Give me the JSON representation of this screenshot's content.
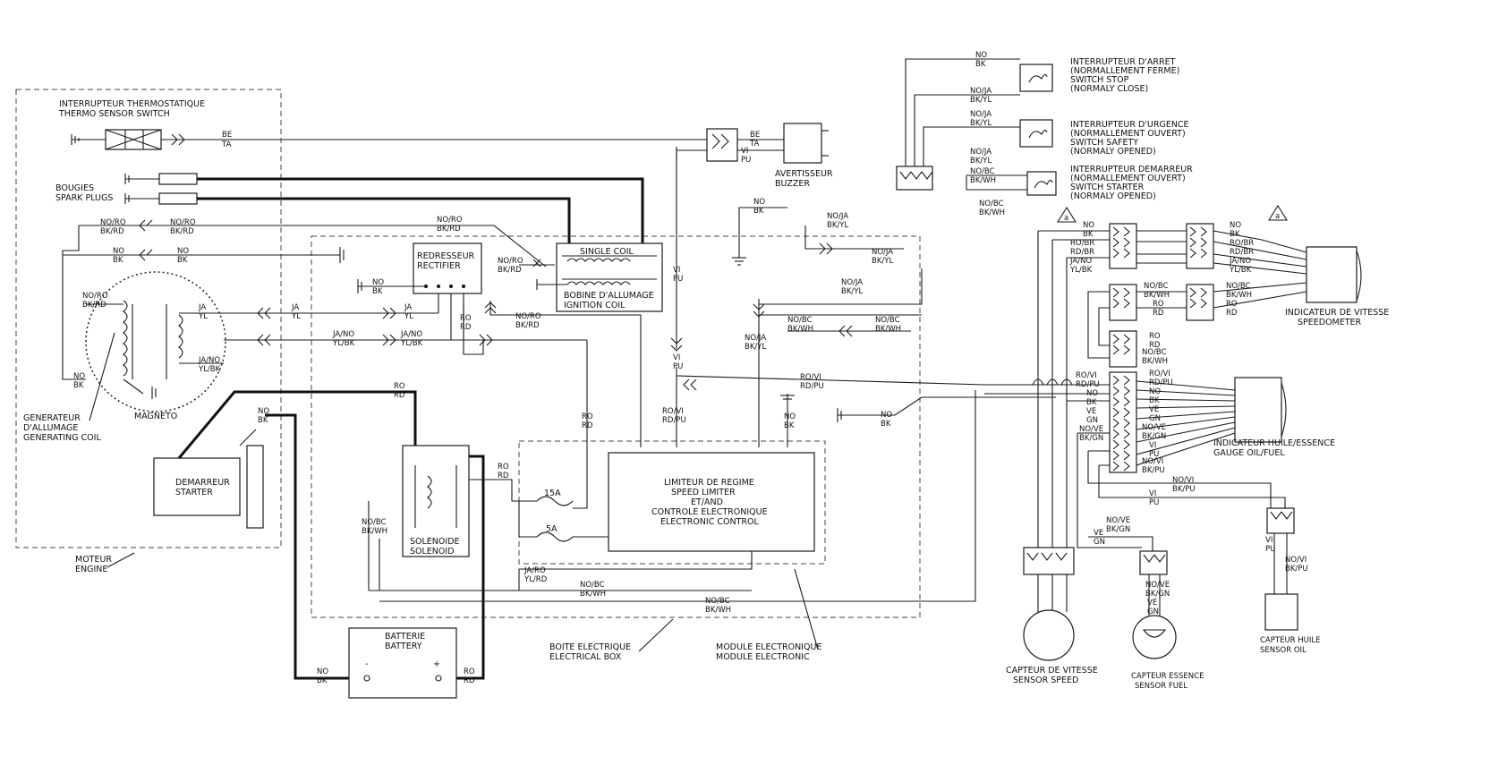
{
  "components": {
    "thermo_switch": [
      "INTERRUPTEUR THERMOSTATIQUE",
      "THERMO SENSOR SWITCH"
    ],
    "spark_plugs": [
      "BOUGIES",
      "SPARK PLUGS"
    ],
    "rectifier": [
      "REDRESSEUR",
      "RECTIFIER"
    ],
    "single_coil": "SINGLE COIL",
    "ignition_coil": [
      "BOBINE D'ALLUMAGE",
      "IGNITION COIL"
    ],
    "buzzer": [
      "AVERTISSEUR",
      "BUZZER"
    ],
    "stop_switch": [
      "INTERRUPTEUR D'ARRET",
      "(NORMALLEMENT FERME)",
      "SWITCH STOP",
      "(NORMALY CLOSE)"
    ],
    "safety_switch": [
      "INTERRUPTEUR D'URGENCE",
      "(NORMALLEMENT OUVERT)",
      "SWITCH SAFETY",
      "(NORMALY OPENED)"
    ],
    "starter_switch": [
      "INTERRUPTEUR DEMARREUR",
      "(NORMALLEMENT OUVERT)",
      "SWITCH STARTER",
      "(NORMALY OPENED)"
    ],
    "speedometer": [
      "INDICATEUR DE VITESSE",
      "SPEEDOMETER"
    ],
    "gauge": [
      "INDICATEUR HUILE/ESSENCE",
      "GAUGE OIL/FUEL"
    ],
    "magneto": "MAGNETO",
    "generating_coil": [
      "GENERATEUR",
      "D'ALLUMAGE",
      "GENERATING COIL"
    ],
    "starter": [
      "DEMARREUR",
      "STARTER"
    ],
    "engine": [
      "MOTEUR",
      "ENGINE"
    ],
    "solenoid": [
      "SOLENOIDE",
      "SOLENOID"
    ],
    "speed_limiter": [
      "LIMITEUR DE REGIME",
      "SPEED LIMITER",
      "ET/AND",
      "CONTROLE ELECTRONIQUE",
      "ELECTRONIC CONTROL"
    ],
    "fuse_15": "15A",
    "fuse_5": "5A",
    "battery": [
      "BATTERIE",
      "BATTERY"
    ],
    "battery_minus": "-",
    "battery_plus": "+",
    "electrical_box": [
      "BOITE ELECTRIQUE",
      "ELECTRICAL BOX"
    ],
    "electronic_module": [
      "MODULE ELECTRONIQUE",
      "MODULE ELECTRONIC"
    ],
    "sensor_speed": [
      "CAPTEUR DE VITESSE",
      "SENSOR SPEED"
    ],
    "sensor_fuel": [
      "CAPTEUR ESSENCE",
      "SENSOR FUEL"
    ],
    "sensor_oil": [
      "CAPTEUR HUILE",
      "SENSOR OIL"
    ],
    "note_a": "a"
  },
  "wire_codes": {
    "be_ta": [
      "BE",
      "TA"
    ],
    "vi_pu": [
      "VI",
      "PU"
    ],
    "no_bk": [
      "NO",
      "BK"
    ],
    "no_ro_bk_rd": [
      "NO/RO",
      "BK/RD"
    ],
    "ja_yl": [
      "JA",
      "YL"
    ],
    "ja_no_yl_bk": [
      "JA/NO",
      "YL/BK"
    ],
    "ro_rd": [
      "RO",
      "RD"
    ],
    "no_ja_bk_yl": [
      "NO/JA",
      "BK/YL"
    ],
    "no_bc_bk_wh": [
      "NO/BC",
      "BK/WH"
    ],
    "ro_vi_rd_pu": [
      "RO/VI",
      "RD/PU"
    ],
    "ja_ro_yl_rd": [
      "JA/RO",
      "YL/RD"
    ],
    "no_ve_bk_gn": [
      "NO/VE",
      "BK/GN"
    ],
    "ve_gn": [
      "VE",
      "GN"
    ],
    "no_vi_bk_pu": [
      "NO/VI",
      "BK/PU"
    ],
    "speedo_pins": [
      "NO",
      "BK",
      "RO/BR",
      "RD/BR",
      "JA/NO",
      "YL/BK"
    ],
    "gauge_pins": [
      "RO/VI",
      "RD/PU",
      "NO",
      "BK",
      "VE",
      "GN",
      "NO/VE",
      "BK/GN",
      "VI",
      "PU",
      "NO/VI",
      "BK/PU"
    ]
  }
}
